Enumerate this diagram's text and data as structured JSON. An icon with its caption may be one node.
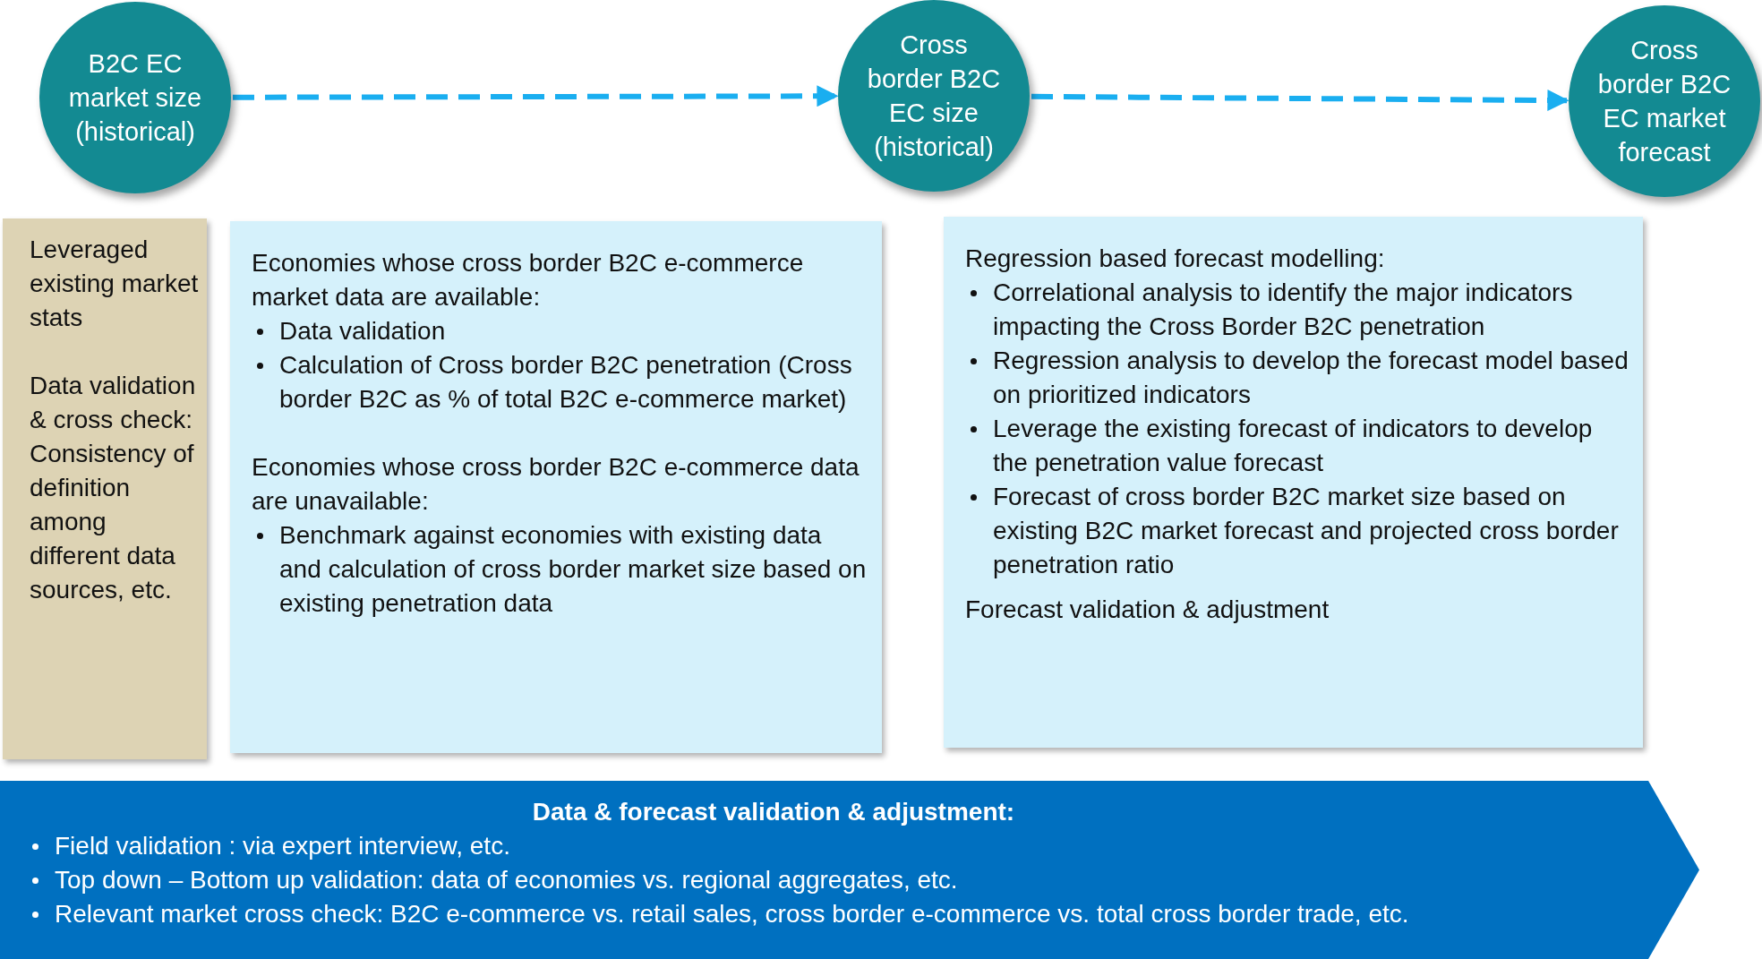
{
  "diagram": {
    "nodes": [
      {
        "text": [
          "B2C EC market size (historical)"
        ]
      },
      {
        "text": [
          "Cross border B2C EC size (historical)"
        ]
      },
      {
        "text": [
          "Cross border B2C EC market forecast"
        ]
      },
      {
        "text": [
          "Leveraged existing market stats",
          "Data validation & cross check: Consistency of definition among different data sources, etc."
        ]
      },
      {
        "text": [
          "Economies whose cross border B2C e-commerce market data are available:",
          "Data validation",
          "Calculation of Cross border B2C penetration (Cross border B2C as % of total B2C e-commerce market)",
          "Economies whose cross border B2C e-commerce data are unavailable:",
          "Benchmark against economies with existing data and calculation of cross border market size based on existing penetration data"
        ]
      },
      {
        "text": [
          "Regression based forecast modelling:",
          "Correlational analysis to identify the major indicators impacting the Cross Border B2C penetration",
          "Regression analysis to develop the forecast model based on prioritized indicators",
          "Leverage the existing forecast of indicators to develop the penetration value forecast",
          "Forecast of cross border B2C market size based on existing B2C market forecast and projected cross border penetration ratio",
          "Forecast validation & adjustment"
        ]
      },
      {
        "text": [
          "Data & forecast validation & adjustment:",
          "Field validation : via expert interview, etc.",
          "Top down – Bottom up validation: data of economies vs. regional aggregates, etc.",
          "Relevant market cross check: B2C e-commerce vs. retail sales, cross border e-commerce vs. total cross border trade, etc."
        ]
      }
    ],
    "edges": [
      {
        "from": 0,
        "to": 1,
        "arrow": "to",
        "style": "dashed"
      },
      {
        "from": 1,
        "to": 2,
        "arrow": "to",
        "style": "dashed"
      }
    ]
  }
}
